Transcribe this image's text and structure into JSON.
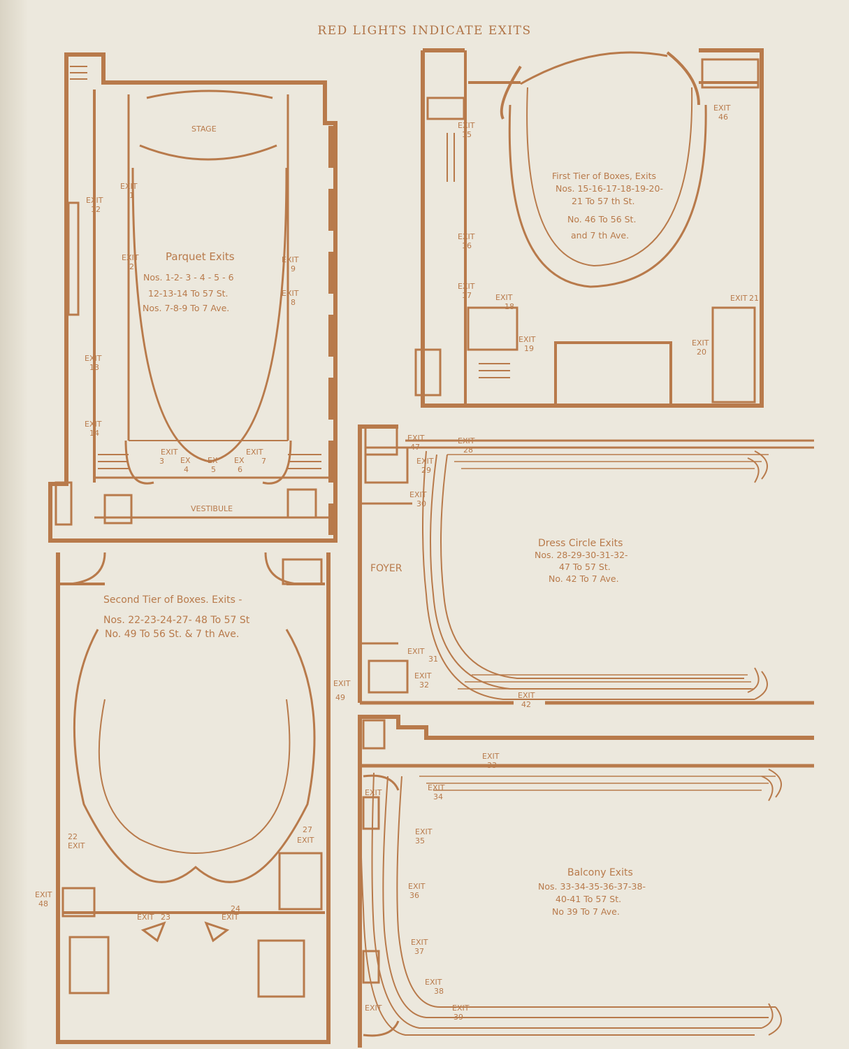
{
  "header": "RED LIGHTS INDICATE EXITS",
  "colors": {
    "ink": "#b87a4b",
    "paper": "#ece8dd"
  },
  "parquet": {
    "title": "Parquet Exits",
    "lines": [
      "Nos. 1-2- 3 - 4 - 5 - 6",
      "12-13-14 To 57 St.",
      "Nos. 7-8-9 To 7 Ave."
    ],
    "stage": "STAGE",
    "vestibule": "VESTIBULE"
  },
  "first_tier": {
    "title": "First Tier of Boxes, Exits",
    "lines": [
      "Nos. 15-16-17-18-19-20-",
      "21 To 57 th St.",
      "No. 46 To 56 St.",
      "and 7 th Ave."
    ]
  },
  "second_tier": {
    "title": "Second Tier of Boxes. Exits -",
    "lines": [
      "Nos. 22-23-24-27- 48 To 57 St",
      "No. 49 To 56 St. & 7 th Ave."
    ]
  },
  "dress_circle": {
    "title": "Dress Circle Exits",
    "lines": [
      "Nos. 28-29-30-31-32-",
      "47 To 57 St.",
      "No. 42 To 7 Ave."
    ],
    "foyer": "FOYER"
  },
  "balcony": {
    "title": "Balcony Exits",
    "lines": [
      "Nos. 33-34-35-36-37-38-",
      "40-41 To 57 St.",
      "No 39 To 7 Ave."
    ]
  },
  "exit_word": "EXIT",
  "exit_abbrev": "EX",
  "exit_numbers": {
    "e1": "1",
    "e2": "2",
    "e3": "3",
    "e4": "4",
    "e5": "5",
    "e6": "6",
    "e7": "7",
    "e8": "8",
    "e9": "9",
    "e12": "12",
    "e13": "13",
    "e14": "14",
    "e15": "15",
    "e16": "16",
    "e17": "17",
    "e18": "18",
    "e19": "19",
    "e20": "20",
    "e21": "21",
    "e22": "22",
    "e23": "23",
    "e24": "24",
    "e27": "27",
    "e28": "28",
    "e29": "29",
    "e30": "30",
    "e31": "31",
    "e32": "32",
    "e33": "33",
    "e34": "34",
    "e35": "35",
    "e36": "36",
    "e37": "37",
    "e38": "38",
    "e39": "39",
    "e42": "42",
    "e46": "46",
    "e47": "47",
    "e48": "48",
    "e49": "49"
  }
}
